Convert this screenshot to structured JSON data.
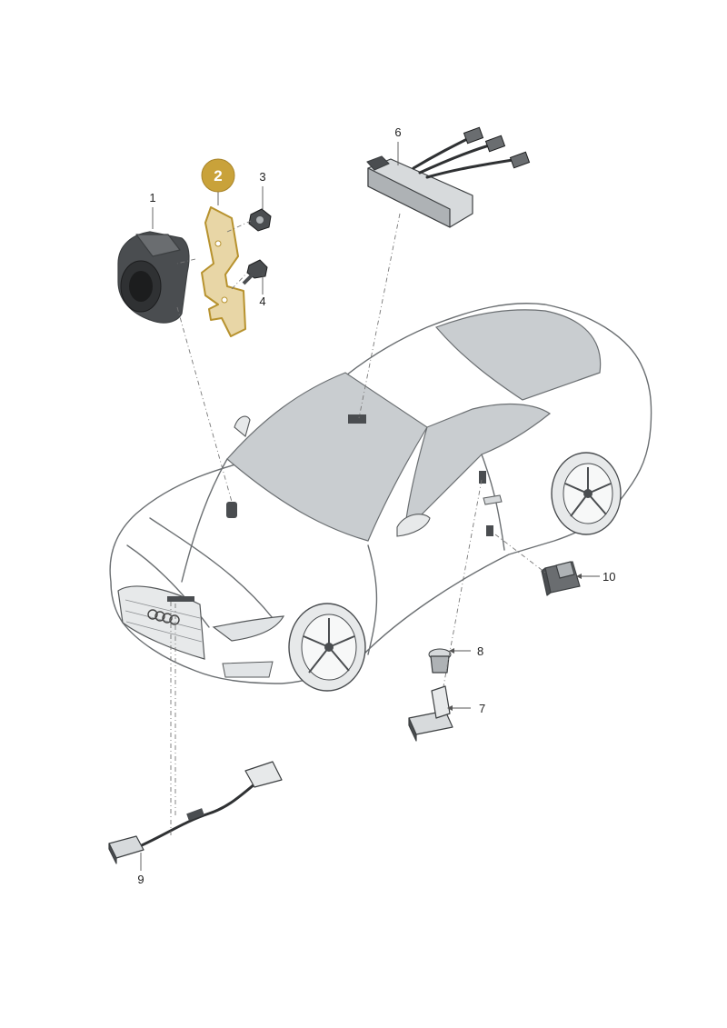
{
  "callouts": {
    "c1": "1",
    "c2": "2",
    "c3": "3",
    "c4": "4",
    "c6": "6",
    "c7": "7",
    "c8": "8",
    "c9": "9",
    "c10": "10"
  },
  "colors": {
    "highlight_badge": "#c9a23a",
    "highlight_part": "#e8d6a6",
    "car_body": "#f2f4f5",
    "glass": "#c9cdd0",
    "part_dark": "#4a4d50",
    "part_light": "#d7dadc"
  }
}
